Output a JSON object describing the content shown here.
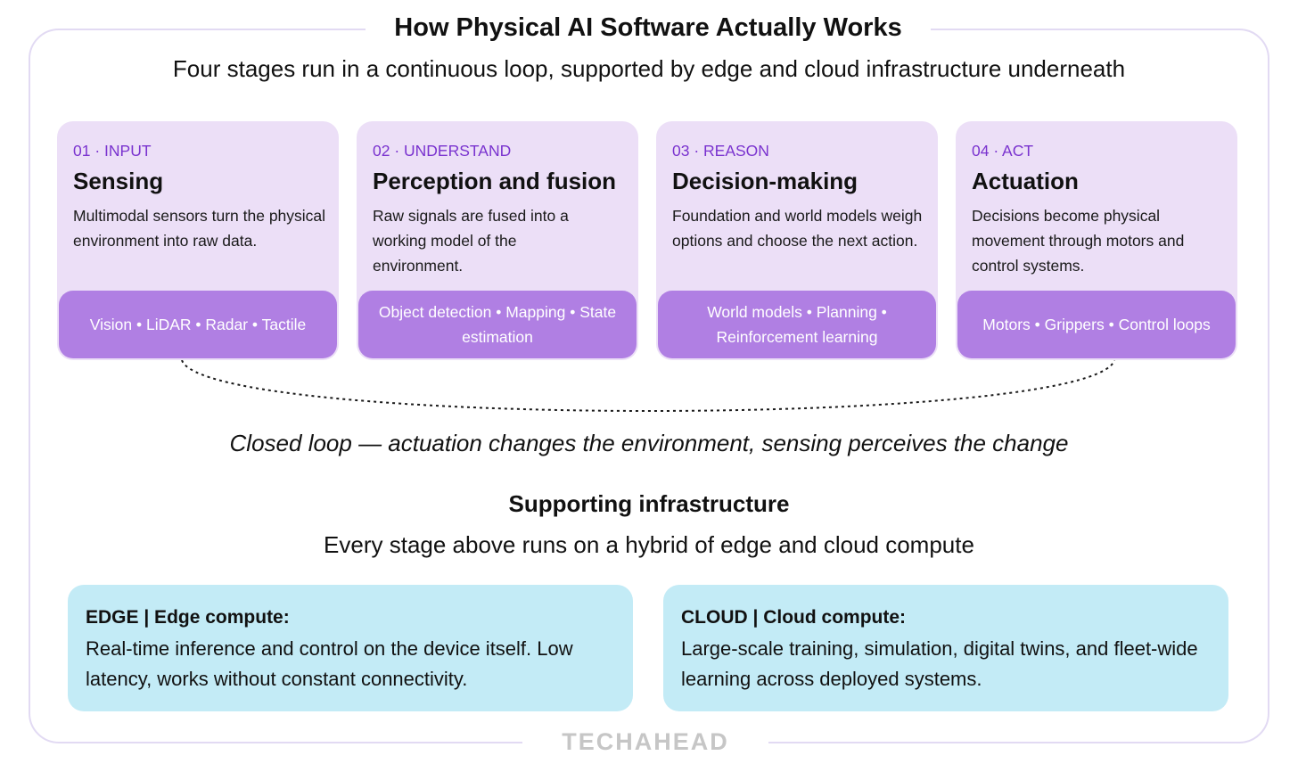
{
  "title": "How Physical AI Software Actually Works",
  "subtitle": "Four stages run in a continuous loop, supported by edge and cloud infrastructure underneath",
  "stages": [
    {
      "step": "01 · INPUT",
      "title": "Sensing",
      "description": "Multimodal sensors turn the physical environment into raw data.",
      "tags": "Vision • LiDAR • Radar • Tactile"
    },
    {
      "step": "02 · UNDERSTAND",
      "title": "Perception and fusion",
      "description": "Raw signals are fused into a working model of the environment.",
      "tags": "Object detection • Mapping • State estimation"
    },
    {
      "step": "03 · REASON",
      "title": "Decision-making",
      "description": "Foundation and world models weigh options and choose the next action.",
      "tags": "World models • Planning • Reinforcement learning"
    },
    {
      "step": "04 · ACT",
      "title": "Actuation",
      "description": "Decisions become physical movement through motors and control systems.",
      "tags": "Motors • Grippers • Control loops"
    }
  ],
  "loop_caption": "Closed loop — actuation changes the environment, sensing perceives the change",
  "infrastructure": {
    "title": "Supporting infrastructure",
    "subtitle": "Every stage above runs on a hybrid of edge and cloud compute",
    "edge": {
      "heading": "EDGE | Edge compute:",
      "body": "Real-time inference and control on the device itself. Low latency, works without constant connectivity."
    },
    "cloud": {
      "heading": "CLOUD | Cloud compute:",
      "body": "Large-scale training, simulation, digital twins, and fleet-wide learning across deployed systems."
    }
  },
  "brand": "TECHAHEAD",
  "colors": {
    "frame_border": "#e2daf3",
    "stage_card": "#ecdff7",
    "stage_tags": "#b07fe3",
    "stage_step_text": "#7a33cf",
    "infra_box": "#c3ebf6",
    "brand_text": "#c6c6c6"
  }
}
